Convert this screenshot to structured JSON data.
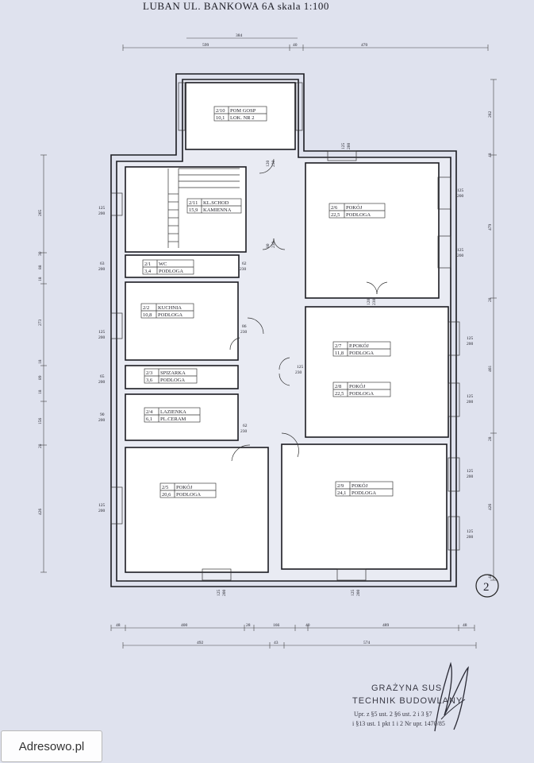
{
  "title": "LUBAN  UL. BANKOWA   6A      skala 1:100",
  "floor_number": "2",
  "rooms": [
    {
      "id": "2/10",
      "name": "POM GOSP",
      "area": "10,1",
      "floor": "LOK. NR 2"
    },
    {
      "id": "2/11",
      "name": "KL.SCHOD",
      "area": "15,9",
      "floor": "KAMIENNA"
    },
    {
      "id": "2/1",
      "name": "WC",
      "area": "3,4",
      "floor": "PODLOGA"
    },
    {
      "id": "2/2",
      "name": "KUCHNIA",
      "area": "10,8",
      "floor": "PODLOGA"
    },
    {
      "id": "2/3",
      "name": "SPIZARKA",
      "area": "3,6",
      "floor": "PODLOGA"
    },
    {
      "id": "2/4",
      "name": "LAZIENKA",
      "area": "6,1",
      "floor": "PL.CERAM"
    },
    {
      "id": "2/5",
      "name": "POKÓJ",
      "area": "20,6",
      "floor": "PODLOGA"
    },
    {
      "id": "2/6",
      "name": "POKÓJ",
      "area": "22,5",
      "floor": "PODLOGA"
    },
    {
      "id": "2/7",
      "name": "P.POKÓJ",
      "area": "11,8",
      "floor": "PODLOGA"
    },
    {
      "id": "2/8",
      "name": "POKÓJ",
      "area": "22,5",
      "floor": "PODLOGA"
    },
    {
      "id": "2/9",
      "name": "POKÓJ",
      "area": "24,1",
      "floor": "PODLOGA"
    }
  ],
  "dims": {
    "top_row1": "384",
    "top_row2": [
      "599",
      "40",
      "470"
    ],
    "bottom_row1": [
      "48",
      "400",
      "28",
      "166",
      "40",
      "489",
      "48"
    ],
    "bottom_row2": [
      "492",
      "43",
      "574"
    ],
    "left_col": [
      "265",
      "30",
      "88",
      "18",
      "273",
      "18",
      "89",
      "18",
      "156",
      "28",
      "426"
    ],
    "right_col": [
      "262",
      "48",
      "479",
      "28",
      "461",
      "28",
      "426",
      "48"
    ]
  },
  "window_labels": {
    "w125": "125",
    "w200": "200",
    "w63": "63",
    "w65": "65",
    "w90": "90"
  },
  "door_labels": [
    "120",
    "230",
    "80",
    "230",
    "86",
    "230",
    "62",
    "230",
    "90",
    "230",
    "120",
    "230",
    "125",
    "230"
  ],
  "stamp": {
    "name": "GRAŻYNA SUS",
    "profession": "TECHNIK BUDOWLANY",
    "line1": "Upr. z §5 ust. 2 §6 ust. 2 i 3 §7",
    "line2": "i §13 ust. 1 pkt 1 i 2 Nr upr. 1470/85"
  },
  "watermark": "Adresowo.pl"
}
